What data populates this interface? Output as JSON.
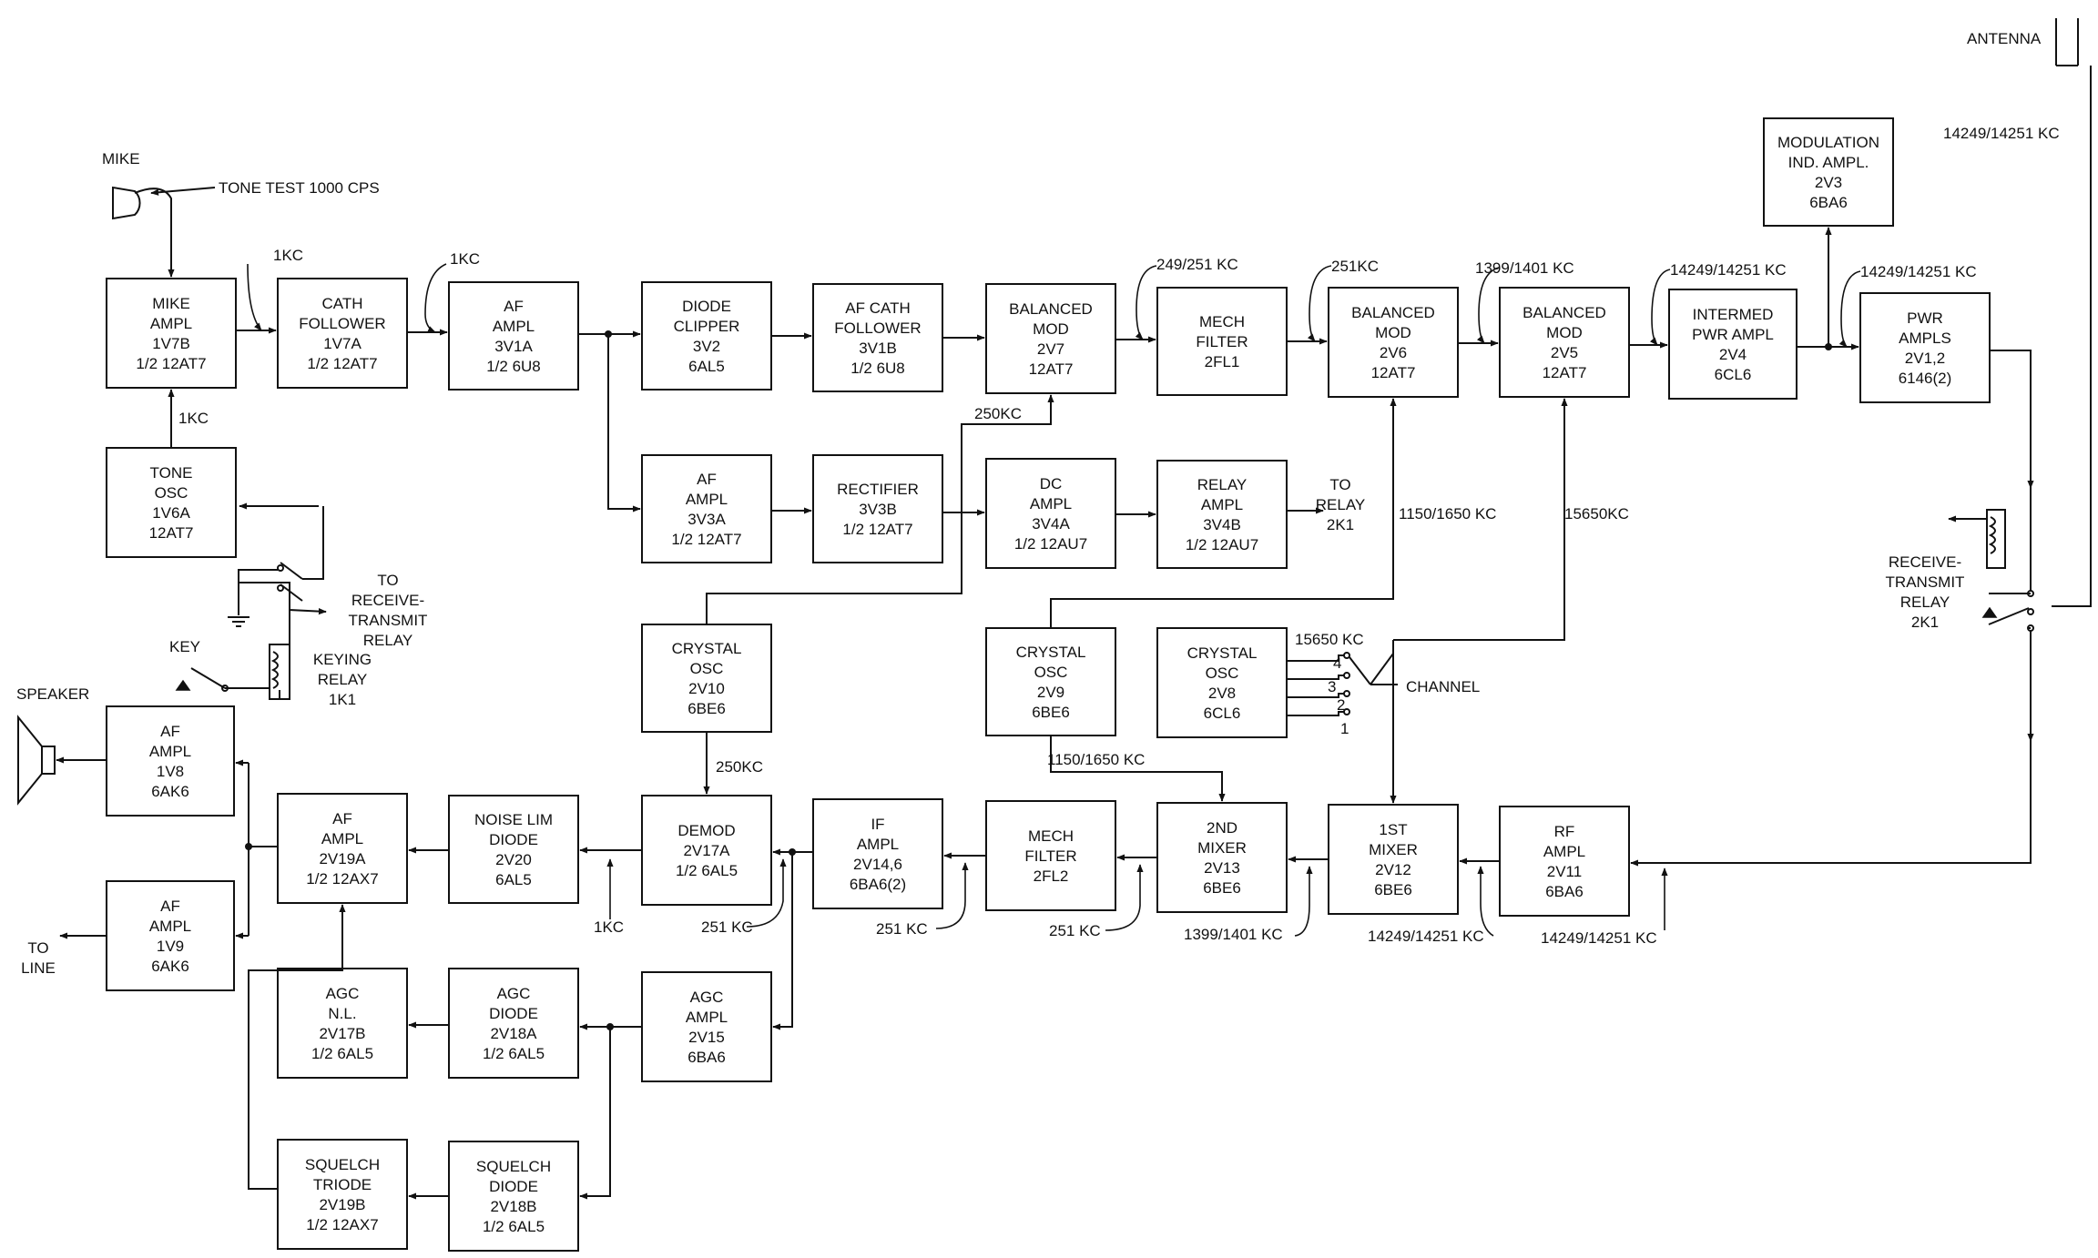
{
  "blocks": [
    {
      "id": "mike-ampl",
      "lines": [
        "MIKE",
        "AMPL",
        "1V7B",
        "1/2 12AT7"
      ]
    },
    {
      "id": "cath-follower",
      "lines": [
        "CATH",
        "FOLLOWER",
        "1V7A",
        "1/2 12AT7"
      ]
    },
    {
      "id": "af-ampl-3v1a",
      "lines": [
        "AF",
        "AMPL",
        "3V1A",
        "1/2 6U8"
      ]
    },
    {
      "id": "diode-clipper",
      "lines": [
        "DIODE",
        "CLIPPER",
        "3V2",
        "6AL5"
      ]
    },
    {
      "id": "af-cath-follower",
      "lines": [
        "AF CATH",
        "FOLLOWER",
        "3V1B",
        "1/2 6U8"
      ]
    },
    {
      "id": "balanced-mod-2v7",
      "lines": [
        "BALANCED",
        "MOD",
        "2V7",
        "12AT7"
      ]
    },
    {
      "id": "mech-filter-2fl1",
      "lines": [
        "MECH",
        "FILTER",
        "2FL1"
      ]
    },
    {
      "id": "balanced-mod-2v6",
      "lines": [
        "BALANCED",
        "MOD",
        "2V6",
        "12AT7"
      ]
    },
    {
      "id": "balanced-mod-2v5",
      "lines": [
        "BALANCED",
        "MOD",
        "2V5",
        "12AT7"
      ]
    },
    {
      "id": "intermed-pwr-ampl",
      "lines": [
        "INTERMED",
        "PWR AMPL",
        "2V4",
        "6CL6"
      ]
    },
    {
      "id": "pwr-ampls",
      "lines": [
        "PWR",
        "AMPLS",
        "2V1,2",
        "6146(2)"
      ]
    },
    {
      "id": "modulation-ind-ampl",
      "lines": [
        "MODULATION",
        "IND. AMPL.",
        "2V3",
        "6BA6"
      ]
    },
    {
      "id": "tone-osc",
      "lines": [
        "TONE",
        "OSC",
        "1V6A",
        "12AT7"
      ]
    },
    {
      "id": "af-ampl-3v3a",
      "lines": [
        "AF",
        "AMPL",
        "3V3A",
        "1/2 12AT7"
      ]
    },
    {
      "id": "rectifier",
      "lines": [
        "RECTIFIER",
        "3V3B",
        "1/2 12AT7"
      ]
    },
    {
      "id": "dc-ampl",
      "lines": [
        "DC",
        "AMPL",
        "3V4A",
        "1/2 12AU7"
      ]
    },
    {
      "id": "relay-ampl",
      "lines": [
        "RELAY",
        "AMPL",
        "3V4B",
        "1/2 12AU7"
      ]
    },
    {
      "id": "crystal-osc-2v10",
      "lines": [
        "CRYSTAL",
        "OSC",
        "2V10",
        "6BE6"
      ]
    },
    {
      "id": "crystal-osc-2v9",
      "lines": [
        "CRYSTAL",
        "OSC",
        "2V9",
        "6BE6"
      ]
    },
    {
      "id": "crystal-osc-2v8",
      "lines": [
        "CRYSTAL",
        "OSC",
        "2V8",
        "6CL6"
      ]
    },
    {
      "id": "af-ampl-1v8",
      "lines": [
        "AF",
        "AMPL",
        "1V8",
        "6AK6"
      ]
    },
    {
      "id": "af-ampl-1v9",
      "lines": [
        "AF",
        "AMPL",
        "1V9",
        "6AK6"
      ]
    },
    {
      "id": "af-ampl-2v19a",
      "lines": [
        "AF",
        "AMPL",
        "2V19A",
        "1/2 12AX7"
      ]
    },
    {
      "id": "noise-lim-diode",
      "lines": [
        "NOISE LIM",
        "DIODE",
        "2V20",
        "6AL5"
      ]
    },
    {
      "id": "demod",
      "lines": [
        "DEMOD",
        "2V17A",
        "1/2 6AL5"
      ]
    },
    {
      "id": "if-ampl",
      "lines": [
        "IF",
        "AMPL",
        "2V14,6",
        "6BA6(2)"
      ]
    },
    {
      "id": "mech-filter-2fl2",
      "lines": [
        "MECH",
        "FILTER",
        "2FL2"
      ]
    },
    {
      "id": "2nd-mixer",
      "lines": [
        "2ND",
        "MIXER",
        "2V13",
        "6BE6"
      ]
    },
    {
      "id": "1st-mixer",
      "lines": [
        "1ST",
        "MIXER",
        "2V12",
        "6BE6"
      ]
    },
    {
      "id": "rf-ampl",
      "lines": [
        "RF",
        "AMPL",
        "2V11",
        "6BA6"
      ]
    },
    {
      "id": "agc-nl",
      "lines": [
        "AGC",
        "N.L.",
        "2V17B",
        "1/2 6AL5"
      ]
    },
    {
      "id": "agc-diode",
      "lines": [
        "AGC",
        "DIODE",
        "2V18A",
        "1/2 6AL5"
      ]
    },
    {
      "id": "agc-ampl",
      "lines": [
        "AGC",
        "AMPL",
        "2V15",
        "6BA6"
      ]
    },
    {
      "id": "squelch-triode",
      "lines": [
        "SQUELCH",
        "TRIODE",
        "2V19B",
        "1/2 12AX7"
      ]
    },
    {
      "id": "squelch-diode",
      "lines": [
        "SQUELCH",
        "DIODE",
        "2V18B",
        "1/2 6AL5"
      ]
    }
  ],
  "labels": {
    "mike": "MIKE",
    "tone_test": "TONE TEST 1000 CPS",
    "f_1kc_a": "1KC",
    "f_1kc_b": "1KC",
    "f_1kc_c": "1KC",
    "f_1kc_d": "1KC",
    "f_249_251kc": "249/251 KC",
    "f_251kc_top": "251KC",
    "f_1399_1401kc_top": "1399/1401 KC",
    "f_14249_14251kc_a": "14249/14251 KC",
    "f_14249_14251kc_b": "14249/14251 KC",
    "f_14249_14251kc_antenna": "14249/14251 KC",
    "antenna": "ANTENNA",
    "f_250kc_top": "250KC",
    "f_1150_1650kc": "1150/1650 KC",
    "f_15650kc_a": "15650KC",
    "to_relay": [
      "TO",
      "RELAY",
      "2K1"
    ],
    "to_rt_relay": [
      "TO",
      "RECEIVE-",
      "TRANSMIT",
      "RELAY"
    ],
    "key": "KEY",
    "keying_relay": [
      "KEYING",
      "RELAY",
      "1K1"
    ],
    "rt_relay": [
      "RECEIVE-",
      "TRANSMIT",
      "RELAY",
      "2K1"
    ],
    "speaker": "SPEAKER",
    "f_15650kc_b": "15650 KC",
    "ch4": "4",
    "ch3": "3",
    "ch2": "2",
    "ch1": "1",
    "channel": "CHANNEL",
    "f_1150_1650kc_b": "1150/1650 KC",
    "f_250kc_b": "250KC",
    "to_line": [
      "TO",
      "LINE"
    ],
    "f_251kc_demod": "251 KC",
    "f_251kc_if": "251 KC",
    "f_251kc_mech": "251 KC",
    "f_1399_1401kc_b": "1399/1401 KC",
    "f_14249_14251kc_c": "14249/14251 KC",
    "f_14249_14251kc_d": "14249/14251 KC"
  }
}
